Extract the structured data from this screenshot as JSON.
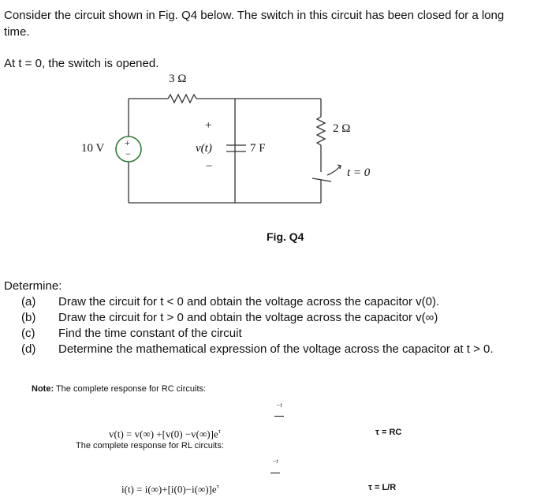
{
  "intro": {
    "line1": "Consider the circuit shown in Fig. Q4 below.  The switch in this circuit has been closed for a long",
    "line2": "time.",
    "line3": "At t = 0, the switch is opened."
  },
  "circuit": {
    "r_top": "3 Ω",
    "source": "10 V",
    "source_plus": "+",
    "source_minus": "−",
    "cap_plus": "+",
    "cap_voltage": "v(t)",
    "cap_minus": "−",
    "capacitor": "7 F",
    "r_right": "2 Ω",
    "switch_time": "t = 0",
    "caption": "Fig. Q4"
  },
  "questions": {
    "heading": "Determine:",
    "items": [
      {
        "letter": "(a)",
        "text": "Draw the circuit for t < 0 and obtain the voltage across the capacitor v(0)."
      },
      {
        "letter": "(b)",
        "text": "Draw the circuit for t > 0 and obtain the voltage across the capacitor v(∞)"
      },
      {
        "letter": "(c)",
        "text": "Find the time constant of the circuit"
      },
      {
        "letter": "(d)",
        "text": "Determine the mathematical expression of the voltage across the capacitor at t > 0."
      }
    ]
  },
  "note": {
    "label": "Note:",
    "rc_text": " The complete response for RC circuits:",
    "rc_exponent": "−t",
    "rc_formula": "v(t) = v(∞) +[v(0) −v(∞)]e",
    "rc_tau_sub": "τ",
    "rc_tau": "τ = RC",
    "rl_text": "The complete response for RL circuits:",
    "rl_exponent": "−t",
    "rl_formula": "i(t) = i(∞)+[i(0)−i(∞)]e",
    "rl_tau_sub": "τ",
    "rl_tau": "τ = L/R"
  },
  "colors": {
    "ink": "#111111",
    "wire": "#333333",
    "source_ring": "#2e7d32"
  }
}
